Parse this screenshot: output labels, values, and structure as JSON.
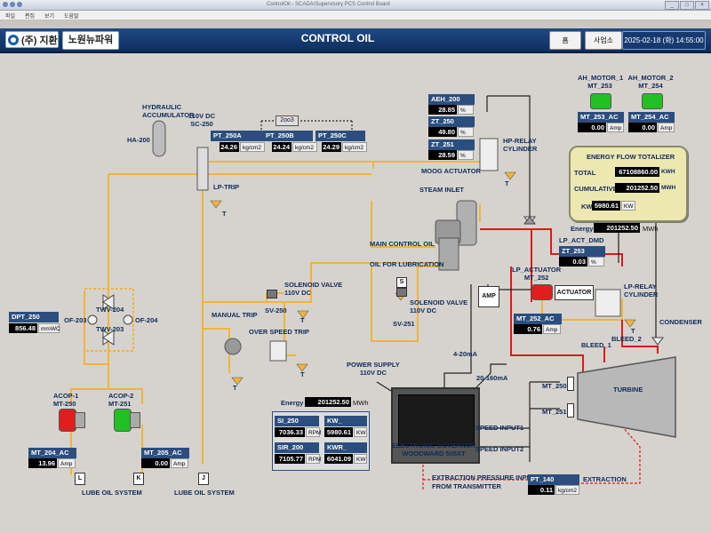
{
  "window": {
    "title": "ControlOil - SCADA/Supervisory PCS Control Board"
  },
  "menubar": [
    "파일",
    "편집",
    "보기",
    "도움말"
  ],
  "header": {
    "logo_text": "(주) 지환",
    "logo2_text": "노원뉴파워",
    "title": "CONTROL OIL",
    "home_label": "홈",
    "site_label": "사업소",
    "datetime": "2025-02-18 (화) 14:55:00"
  },
  "labels": {
    "hydraulic_accumulator": "HYDRAULIC\nACCUMULATOR",
    "ha200": "HA-200",
    "sc250": "110V DC\nSC-250",
    "lp_trip": "LP-TRIP",
    "t": "T",
    "two_oo_three": "2oo3",
    "moog_actuator": "MOOG ACTUATOR",
    "hp_relay": "HP-RELAY\nCYLINDER",
    "steam_inlet": "STEAM INLET",
    "main_control_oil": "MAIN CONTROL OIL",
    "oil_for_lubrication": "OIL FOR LUBRICATION",
    "solenoid_valve_1": "SOLENOID VALVE\n110V DC",
    "sv250": "SV-250",
    "solenoid_valve_2": "SOLENOID VALVE\n110V DC",
    "sv251": "SV-251",
    "manual_trip": "MANUAL TRIP",
    "over_speed_trip": "OVER SPEED TRIP",
    "amp": "AMP",
    "dpt250": "DPT_250",
    "of203": "OF-203",
    "of204": "OF-204",
    "twv204": "TWV-204",
    "twv203": "TWV-203",
    "acop1": "ACOP-1\nMT-250",
    "acop2": "ACOP-2\nMT-251",
    "lube_oil_system_1": "LUBE OIL SYSTEM",
    "lube_oil_system_2": "LUBE OIL SYSTEM",
    "power_supply": "POWER SUPPLY\n110V DC",
    "ma4_20": "4-20mA",
    "ma20_160": "20-160mA",
    "speed_input1": "SPEED INPUT1",
    "speed_input2": "SPEED INPUT2",
    "electronic_governor": "ELECTRONIC GOVERNOR\nWOODWARD 505XT",
    "extraction_pressure": "EXTRACTION PRESSURE INPUT\nFROM TRANSMITTER",
    "extraction": "EXTRACTION",
    "turbine": "TURBINE",
    "mt250": "MT_250",
    "mt251": "MT_251",
    "bleed1": "BLEED_1",
    "bleed2": "BLEED_2",
    "condenser": "CONDENSER",
    "lp_actuator": "LP_ACTUATOR\nMT_252",
    "actuator": "ACTUATOR",
    "lp_relay": "LP-RELAY\nCYLINDER",
    "lp_act_dmd": "LP_ACT_DMD",
    "ah_motor_1": "AH_MOTOR_1\nMT_253",
    "ah_motor_2": "AH_MOTOR_2\nMT_254",
    "energy_flow_totalizer": "ENERGY FLOW TOTALIZER",
    "energy": "Energy",
    "l_box": "L",
    "k_box": "K",
    "j_box": "J",
    "s_box": "S"
  },
  "tags": {
    "pt250a": {
      "name": "PT_250A",
      "value": "24.26",
      "unit": "kg/cm2"
    },
    "pt250b": {
      "name": "PT_250B",
      "value": "24.24",
      "unit": "kg/cm2"
    },
    "pt250c": {
      "name": "PT_250C",
      "value": "24.29",
      "unit": "kg/cm2"
    },
    "aeh200": {
      "name": "AEH_200",
      "value": "28.85",
      "unit": "%"
    },
    "zt250": {
      "name": "ZT_250",
      "value": "49.80",
      "unit": "%"
    },
    "zt251": {
      "name": "ZT_251",
      "value": "28.59",
      "unit": "%"
    },
    "dpt250": {
      "value": "856.48",
      "unit": "mmWC"
    },
    "mt204": {
      "name": "MT_204_AC",
      "value": "13.96",
      "unit": "Amp"
    },
    "mt205": {
      "name": "MT_205_AC",
      "value": "0.00",
      "unit": "Amp"
    },
    "mt252": {
      "name": "MT_252_AC",
      "value": "0.76",
      "unit": "Amp"
    },
    "mt253": {
      "name": "MT_253_AC",
      "value": "0.00",
      "unit": "Amp"
    },
    "mt254": {
      "name": "MT_254_AC",
      "value": "0.00",
      "unit": "Amp"
    },
    "zt253": {
      "name": "ZT_253",
      "value": "0.03",
      "unit": "%"
    },
    "pt140": {
      "name": "PT_140",
      "value": "0.11",
      "unit": "kg/cm2"
    },
    "energy_top": {
      "value": "201252.50",
      "unit": "MWh"
    },
    "energy_mid": {
      "value": "201252.50",
      "unit": "MWh"
    },
    "si250": {
      "name": "SI_250",
      "value": "7036.33",
      "unit": "RPM"
    },
    "sir200": {
      "name": "SIR_200",
      "value": "7105.77",
      "unit": "RPM"
    },
    "kw": {
      "name": "KW_",
      "value": "5980.61",
      "unit": "KW"
    },
    "kwr": {
      "name": "KWR_",
      "value": "6041.09",
      "unit": "KW"
    }
  },
  "totalizer": {
    "total_label": "TOTAL",
    "total_value": "67108860.00",
    "total_unit": "KWH",
    "cumulative_label": "CUMULATIVE",
    "cumulative_value": "201252.50",
    "cumulative_unit": "MWH",
    "kw_label": "KW",
    "kw_value": "5980.61",
    "kw_unit": "KW"
  },
  "colors": {
    "oil": "#f0b43c",
    "steam": "#d81b1b",
    "signal": "#1a1a1a",
    "pump_red": "#e01e1e",
    "pump_green": "#22c022"
  }
}
